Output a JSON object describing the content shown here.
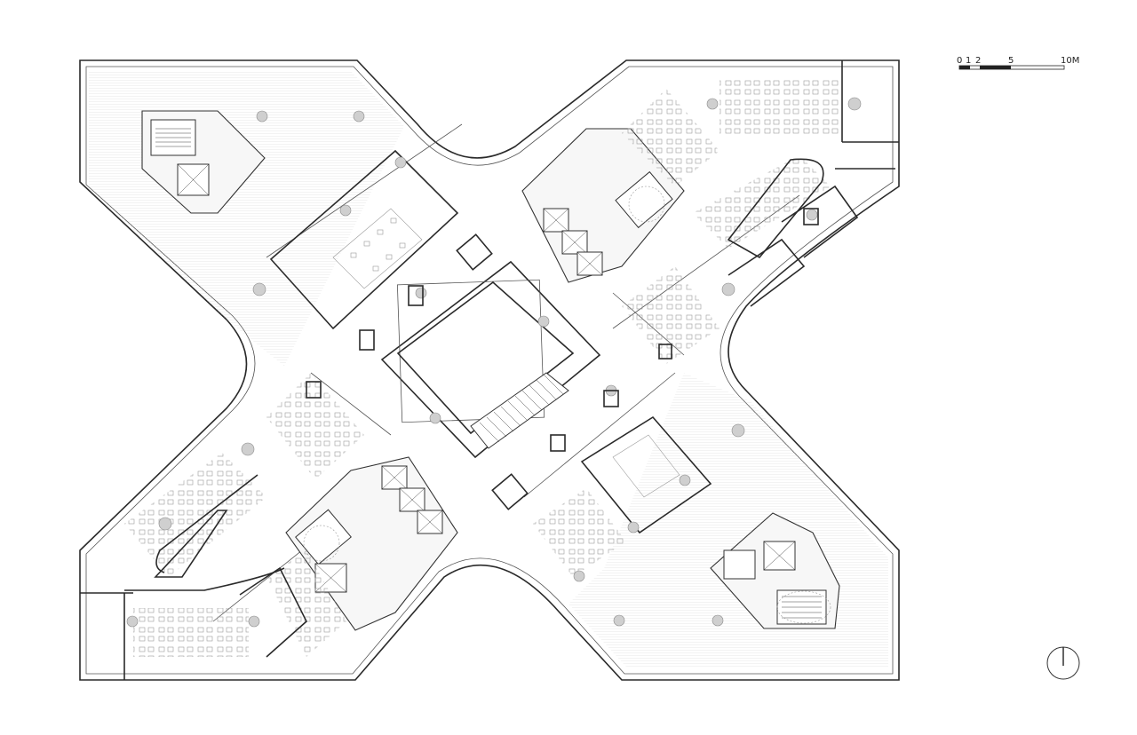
{
  "drawing": {
    "type": "floor plan",
    "shape": "X-shaped office floor",
    "colors": {
      "line": "#2a2a2a",
      "fill": "#ffffff",
      "column": "#cfcfcf"
    }
  },
  "scale_bar": {
    "labels": [
      "0",
      "1",
      "2",
      "5",
      "10M"
    ]
  },
  "north_arrow": {
    "icon": "north-arrow-icon"
  }
}
